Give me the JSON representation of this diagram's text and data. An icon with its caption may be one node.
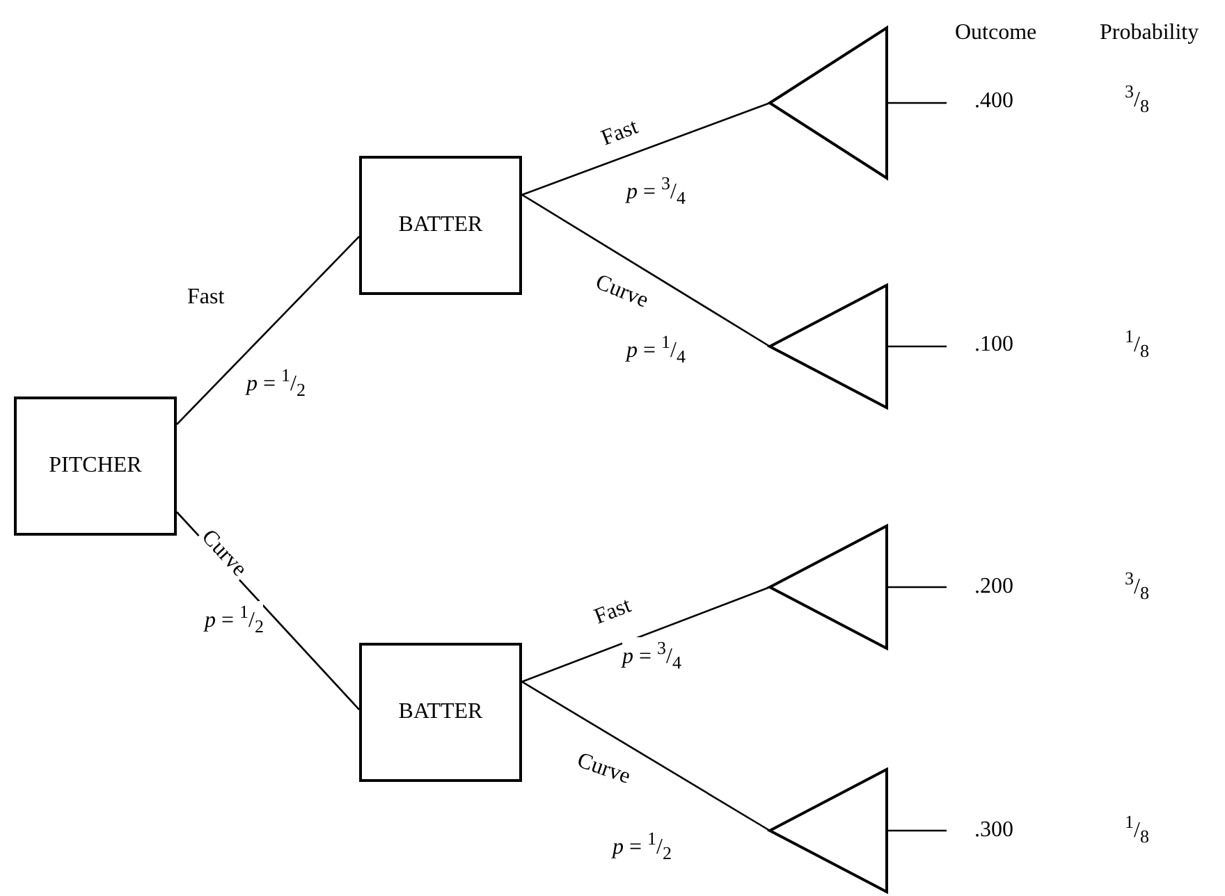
{
  "diagram": {
    "nodes": [
      {
        "text": [
          "PITCHER"
        ]
      },
      {
        "text": [
          "BATTER"
        ]
      },
      {
        "text": [
          "BATTER"
        ]
      },
      {
        "text": [],
        "shape": "triangle"
      },
      {
        "text": [],
        "shape": "triangle"
      },
      {
        "text": [],
        "shape": "triangle"
      },
      {
        "text": [],
        "shape": "triangle"
      },
      {
        "text": [
          ".400"
        ]
      },
      {
        "text": [
          ".100"
        ]
      },
      {
        "text": [
          ".200"
        ]
      },
      {
        "text": [
          ".300"
        ]
      }
    ],
    "edges": [
      {
        "from": 0,
        "to": 1,
        "arrow": "none",
        "label": "Fast"
      },
      {
        "from": 0,
        "to": 2,
        "arrow": "none",
        "label": "Curve"
      },
      {
        "from": 1,
        "to": 3,
        "arrow": "none",
        "label": "Fast"
      },
      {
        "from": 1,
        "to": 4,
        "arrow": "none",
        "label": "Curve"
      },
      {
        "from": 2,
        "to": 5,
        "arrow": "none",
        "label": "Fast"
      },
      {
        "from": 2,
        "to": 6,
        "arrow": "none",
        "label": "Curve"
      },
      {
        "from": 3,
        "to": 7,
        "arrow": "none"
      },
      {
        "from": 4,
        "to": 8,
        "arrow": "none"
      },
      {
        "from": 5,
        "to": 9,
        "arrow": "none"
      },
      {
        "from": 6,
        "to": 10,
        "arrow": "none"
      }
    ],
    "labels": [
      "Outcome",
      "Probability",
      "*p* = $^{3}$/$_{4}$",
      "$^{3}$/$_{8}$",
      "*p* = $^{1}$/$_{2}$",
      "*p* = $^{1}$/$_{4}$",
      "$^{1}$/$_{8}$",
      "*p* = $^{1}$/$_{2}$",
      "$^{3}$/$_{8}$",
      "*p* = $^{3}$/$_{4}$",
      "*p* = $^{1}$/$_{2}$",
      "$^{1}$/$_{8}$"
    ]
  }
}
